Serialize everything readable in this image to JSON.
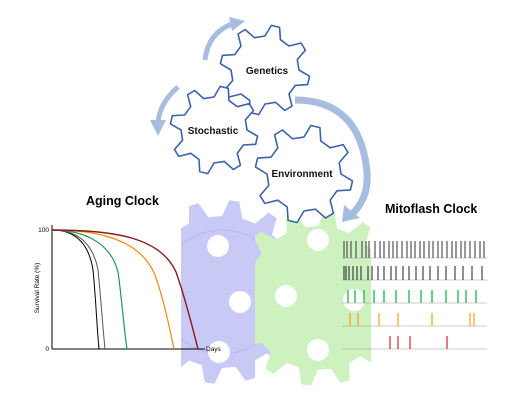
{
  "gears": {
    "genetics": "Genetics",
    "stochastic": "Stochastic",
    "environment": "Environment"
  },
  "aging_clock": {
    "title": "Aging Clock",
    "ylabel": "Survival Rate (%)",
    "xlabel": "Days",
    "y_top_tick": "100",
    "y_bottom_tick": "0"
  },
  "mitoflash_clock": {
    "title": "Mitoflash Clock"
  },
  "colors": {
    "gear_outline": "#3c63a8",
    "arrow": "#a8bcdf",
    "aging_gear": "#c9c9f6",
    "mitoflash_gear": "#cdf2c0",
    "curve_black": "#000000",
    "curve_gray": "#555555",
    "curve_green": "#1e9a57",
    "curve_orange": "#f08a12",
    "curve_darkred": "#8b1a1a",
    "mito_gray": "#555555",
    "mito_darkgray": "#333333",
    "mito_green": "#2dbb5a",
    "mito_orange": "#f5a623",
    "mito_red": "#d43a3a"
  }
}
